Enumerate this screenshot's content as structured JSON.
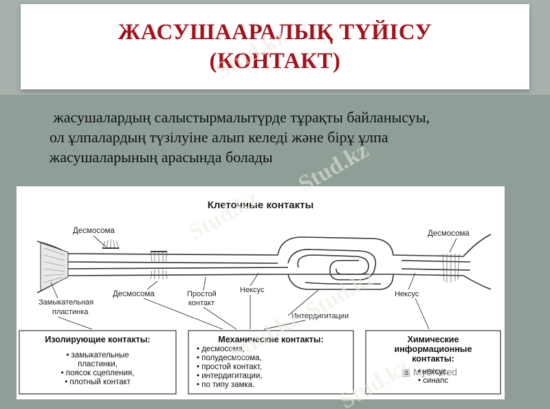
{
  "slide": {
    "title_line1": "ЖАСУШААРАЛЫҚ ТҮЙІСУ",
    "title_line2": "(КОНТАКТ)",
    "body_lines": [
      " жасушалардың салыстырмалытүрде тұрақты байланысуы,",
      "ол ұлпалардың түзілуіне алып келеді және бірұ ұлпа",
      "жасушаларының арасында болады"
    ]
  },
  "figure": {
    "title": "Клеточные контакты",
    "labels": {
      "desmosome_left": "Десмосома",
      "desmosome_right": "Десмосома",
      "desmosome_bottom": "Десмосома",
      "tight_plate_1": "Замыкательная",
      "tight_plate_2": "пластинка",
      "simple_contact_1": "Простой",
      "simple_contact_2": "контакт",
      "nexus_mid": "Нексус",
      "nexus_right": "Нексус",
      "interdigitation": "Интердигитации"
    },
    "boxes": [
      {
        "heading": [
          "Изолирующие контакты:"
        ],
        "items": [
          "• замыкательные",
          "пластинки,",
          "• поясок сцепления,",
          "• плотный контакт"
        ]
      },
      {
        "heading": [
          "Механические контакты:"
        ],
        "items": [
          "• десмосома,",
          "• полудесмосома,",
          "• простой контакт,",
          "• интердигитации,",
          "• по типу замка."
        ]
      },
      {
        "heading": [
          "Химические",
          "информационные",
          "контакты:"
        ],
        "items": [
          "• нексус,",
          "• синапс"
        ]
      }
    ]
  },
  "watermarks": {
    "text": "Stud.kz",
    "badge": "MyShared"
  }
}
